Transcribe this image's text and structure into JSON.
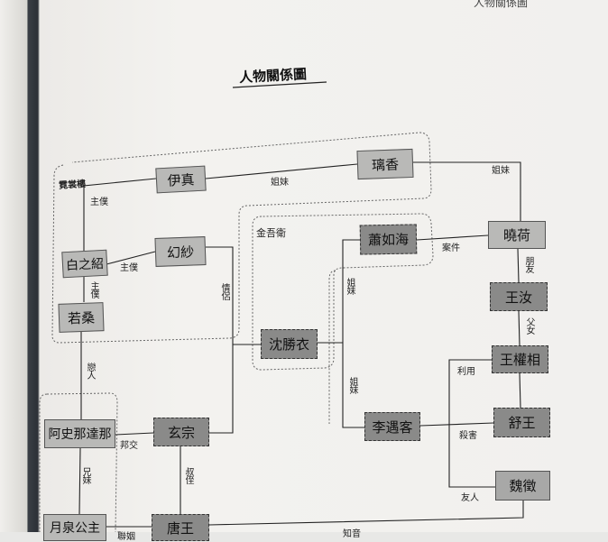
{
  "running_head": "人物關係圖",
  "title": "人物關係圖",
  "groups": {
    "nishang": "霓裳樓",
    "jinwu": "金吾衛"
  },
  "people": {
    "yizhen": "伊真",
    "lixiang": "璃香",
    "baizhishao": "白之紹",
    "huansha": "幻紗",
    "ruosang": "若桑",
    "shenshengyi": "沈勝衣",
    "xiaoruhai": "蕭如海",
    "xiaohe": "曉荷",
    "wangru": "王汝",
    "wangquanxiang": "王權相",
    "shuwang": "舒王",
    "weizheng": "魏徵",
    "liyuke": "李遇客",
    "xuanzong": "玄宗",
    "ashinadana": "阿史那達那",
    "yuequan": "月泉公主",
    "tangwang": "唐王"
  },
  "relations": {
    "yizhen_lixiang": "姐妹",
    "lixiang_xiaohe": "姐妹",
    "bai_yizhen": "主僕",
    "bai_huansha": "主僕",
    "bai_ruosang": "主僕",
    "huansha_lover": "情侶",
    "ruosang_ashina": "戀人",
    "xiao_xiaohe": "案件",
    "xiao_sister": "姐妹",
    "li_sister": "姐妹",
    "xiaohe_wangru": "朋友",
    "wangru_wangquan": "父女",
    "use": "利用",
    "kill": "殺害",
    "friend": "友人",
    "ashina_xuanzong": "邦交",
    "ashina_yuequan": "兄妹",
    "xuanzong_tang": "叔侄",
    "tang_wei": "知音",
    "marriage": "聯姻"
  }
}
